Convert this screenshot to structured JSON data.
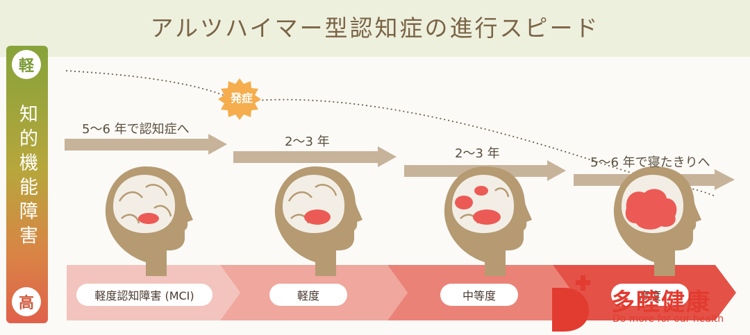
{
  "title": "アルツハイマー型認知症の進行スピード",
  "side_scale": {
    "top": "軽",
    "label": "知的機能障害",
    "bottom": "高",
    "top_color": "#86a33a",
    "bottom_color": "#e0604a"
  },
  "onset_badge": "発症",
  "arrows": [
    {
      "label": "5〜6 年で認知症へ"
    },
    {
      "label": "2〜3 年"
    },
    {
      "label": "2〜3 年"
    },
    {
      "label": "5〜6 年で寝たきりへ"
    }
  ],
  "stages": [
    {
      "label": "軽度認知障害 (MCI)",
      "color": "#f2c4bd"
    },
    {
      "label": "軽度",
      "color": "#ef9c92"
    },
    {
      "label": "中等度",
      "color": "#eb7c70"
    },
    {
      "label": "高度",
      "color": "#e44f44"
    }
  ],
  "logo": {
    "text": "多睦健康",
    "tagline": "Do more for our health",
    "color": "#e23b30"
  }
}
